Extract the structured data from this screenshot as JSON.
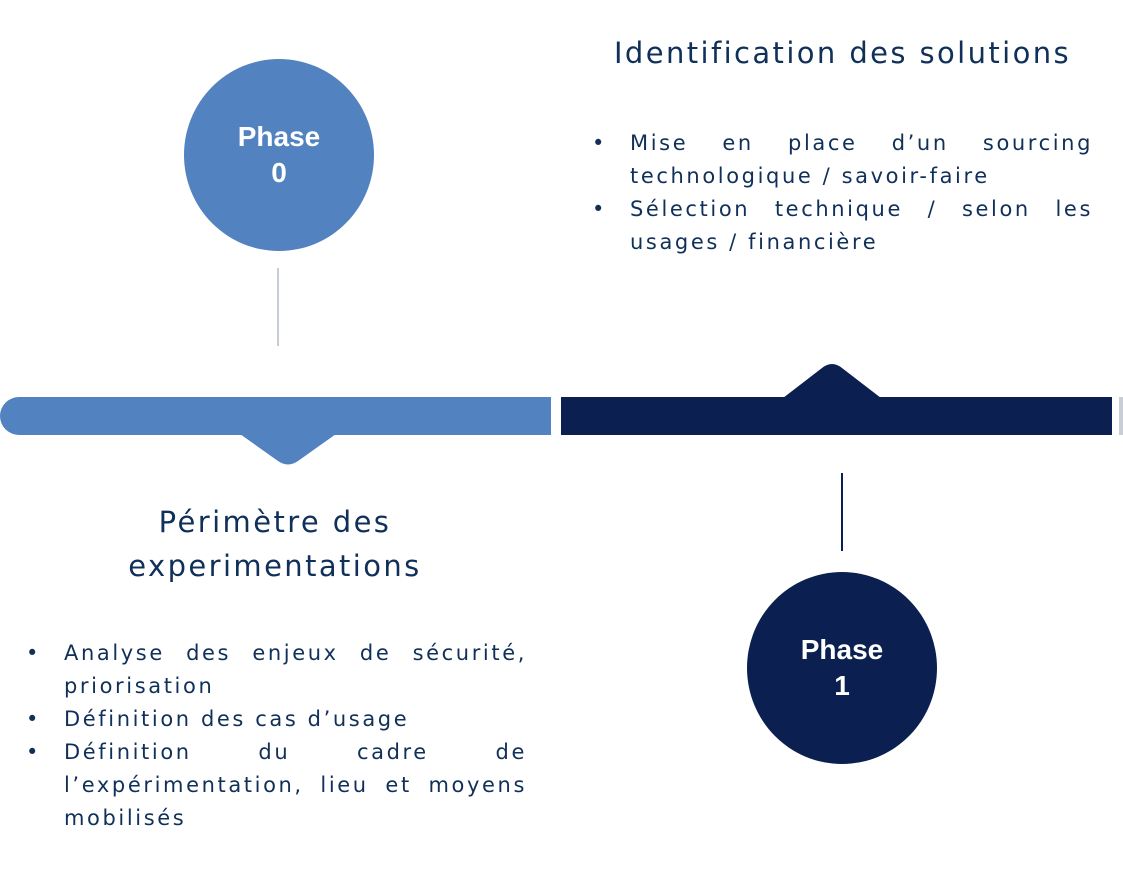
{
  "colors": {
    "phase0": "#5282bf",
    "phase1": "#0b2050",
    "text": "#10305a"
  },
  "phase0": {
    "label": "Phase",
    "number": "0"
  },
  "phase1": {
    "label": "Phase",
    "number": "1"
  },
  "phase1_section": {
    "title": "Identification des solutions",
    "bullets": [
      "Mise en place d’un sourcing technologique / savoir-faire",
      "Sélection technique / selon les usages / financière"
    ]
  },
  "phase0_section": {
    "title_line1": "Périmètre des",
    "title_line2": "experimentations",
    "bullets": [
      "Analyse des enjeux de sécurité, priorisation",
      "Définition des cas d’usage",
      "Définition du cadre de l’expérimentation, lieu et moyens mobilisés"
    ]
  }
}
